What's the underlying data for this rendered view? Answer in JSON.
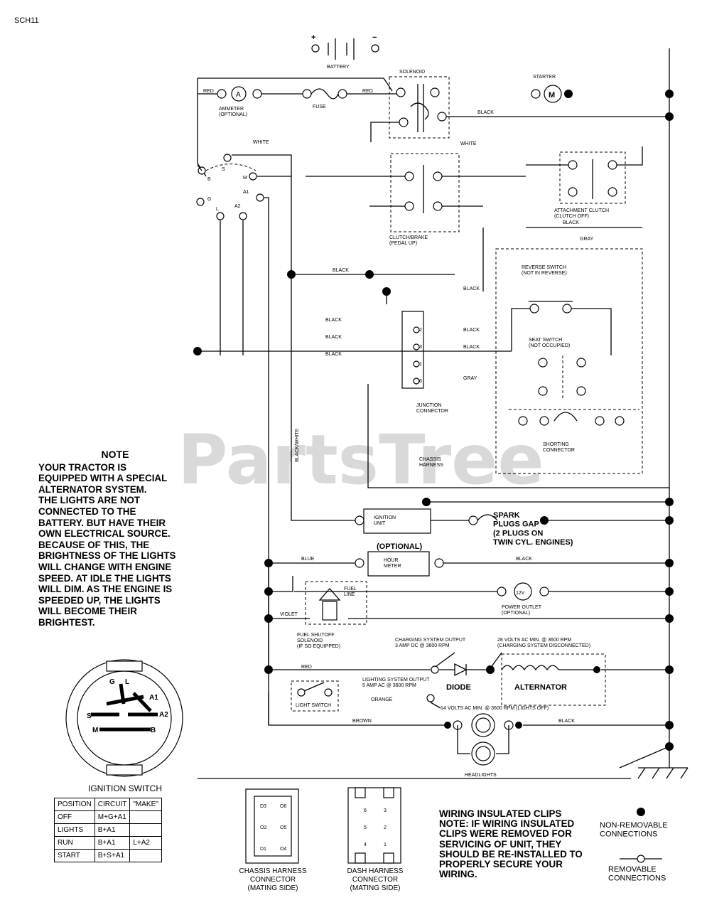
{
  "page_code": "SCH11",
  "watermark": "PartsTree",
  "components": {
    "battery": "BATTERY",
    "battery_plus": "+",
    "battery_minus": "−",
    "solenoid": "SOLENOID",
    "starter": "STARTER",
    "starter_symbol": "M",
    "ammeter": "AMMETER\n(OPTIONAL)",
    "ammeter_symbol": "A",
    "fuse": "FUSE",
    "attachment_clutch": "ATTACHMENT CLUTCH\n(CLUTCH OFF)",
    "clutch_brake": "CLUTCH/BRAKE\n(PEDAL UP)",
    "reverse_switch": "REVERSE SWITCH\n(NOT IN REVERSE)",
    "seat_switch": "SEAT SWITCH\n(NOT OCCUPIED)",
    "junction_connector": "JUNCTION\nCONNECTOR",
    "chassis_harness": "CHASSIS\nHARNESS",
    "shorting_connector": "SHORTING\nCONNECTOR",
    "ignition_unit": "IGNITION\nUNIT",
    "spark_plugs": "SPARK\nPLUGS GAP\n(2 PLUGS ON\nTWIN CYL. ENGINES)",
    "hour_meter": "HOUR\nMETER",
    "hour_meter_optional": "(OPTIONAL)",
    "fuel_line": "FUEL\nLINE",
    "power_outlet": "POWER OUTLET\n(OPTIONAL)",
    "power_outlet_symbol": "12V",
    "fuel_shutoff": "FUEL SHUTOFF\nSOLENOID\n(IF SO EQUIPPED)",
    "charging_output": "CHARGING SYSTEM OUTPUT\n3 AMP DC @ 3600 RPM",
    "charging_volts": "28 VOLTS AC MIN. @ 3600 RPM\n(CHARGING SYSTEM DISCONNECTED)",
    "lighting_output": "LIGHTING SYSTEM OUTPUT\n5 AMP AC @ 3600 RPM",
    "lighting_volts": "14 VOLTS AC MIN. @ 3600 RPM (LIGHTS OFF)",
    "diode": "DIODE",
    "alternator": "ALTERNATOR",
    "light_switch": "LIGHT SWITCH",
    "headlights": "HEADLIGHTS"
  },
  "wire_colors": {
    "red": "RED",
    "white": "WHITE",
    "black": "BLACK",
    "gray": "GRAY",
    "blue": "BLUE",
    "orange": "ORANGE",
    "brown": "BROWN",
    "black_white": "BLACK/WHITE",
    "violet": "VIOLET"
  },
  "ignition_terminals": {
    "b": "B",
    "s": "S",
    "m": "M",
    "g": "G",
    "l": "L",
    "a1": "A1",
    "a2": "A2"
  },
  "junction_pins": [
    "2",
    "3",
    "1",
    "6"
  ],
  "note": {
    "title": "NOTE",
    "body": "YOUR TRACTOR IS\nEQUIPPED WITH A SPECIAL\nALTERNATOR SYSTEM.\nTHE LIGHTS ARE NOT\nCONNECTED TO THE\nBATTERY. BUT HAVE THEIR\nOWN ELECTRICAL SOURCE.\nBECAUSE OF THIS, THE\nBRIGHTNESS OF THE LIGHTS\nWILL CHANGE WITH ENGINE\nSPEED.  AT IDLE THE LIGHTS\nWILL DIM.  AS THE ENGINE IS\nSPEEDED UP, THE LIGHTS\nWILL BECOME THEIR\nBRIGHTEST."
  },
  "ignition_switch": {
    "title": "IGNITION SWITCH",
    "face_labels": {
      "g": "G",
      "l": "L",
      "a1": "A1",
      "s": "S",
      "a2": "A2",
      "m": "M",
      "b": "B"
    },
    "table": {
      "headers": [
        "POSITION",
        "CIRCUIT",
        "\"MAKE\""
      ],
      "rows": [
        [
          "OFF",
          "M+G+A1",
          ""
        ],
        [
          "LIGHTS",
          "B+A1",
          ""
        ],
        [
          "RUN",
          "B+A1",
          "L+A2"
        ],
        [
          "START",
          "B+S+A1",
          ""
        ]
      ]
    }
  },
  "chassis_connector": {
    "label": "CHASSIS HARNESS\nCONNECTOR\n(MATING SIDE)",
    "pins": [
      "D3",
      "O6",
      "O2",
      "O5",
      "D1",
      "O4"
    ]
  },
  "dash_connector": {
    "label": "DASH HARNESS\nCONNECTOR\n(MATING SIDE)",
    "pins": [
      "6",
      "3",
      "5",
      "2",
      "4",
      "1"
    ]
  },
  "clips_note": "WIRING INSULATED CLIPS\nNOTE: IF WIRING INSULATED\nCLIPS WERE REMOVED FOR\nSERVICING OF UNIT, THEY\nSHOULD BE RE-INSTALLED TO\nPROPERLY SECURE YOUR\nWIRING.",
  "legend": {
    "non_removable": "NON-REMOVABLE\nCONNECTIONS",
    "removable": "REMOVABLE\nCONNECTIONS"
  }
}
